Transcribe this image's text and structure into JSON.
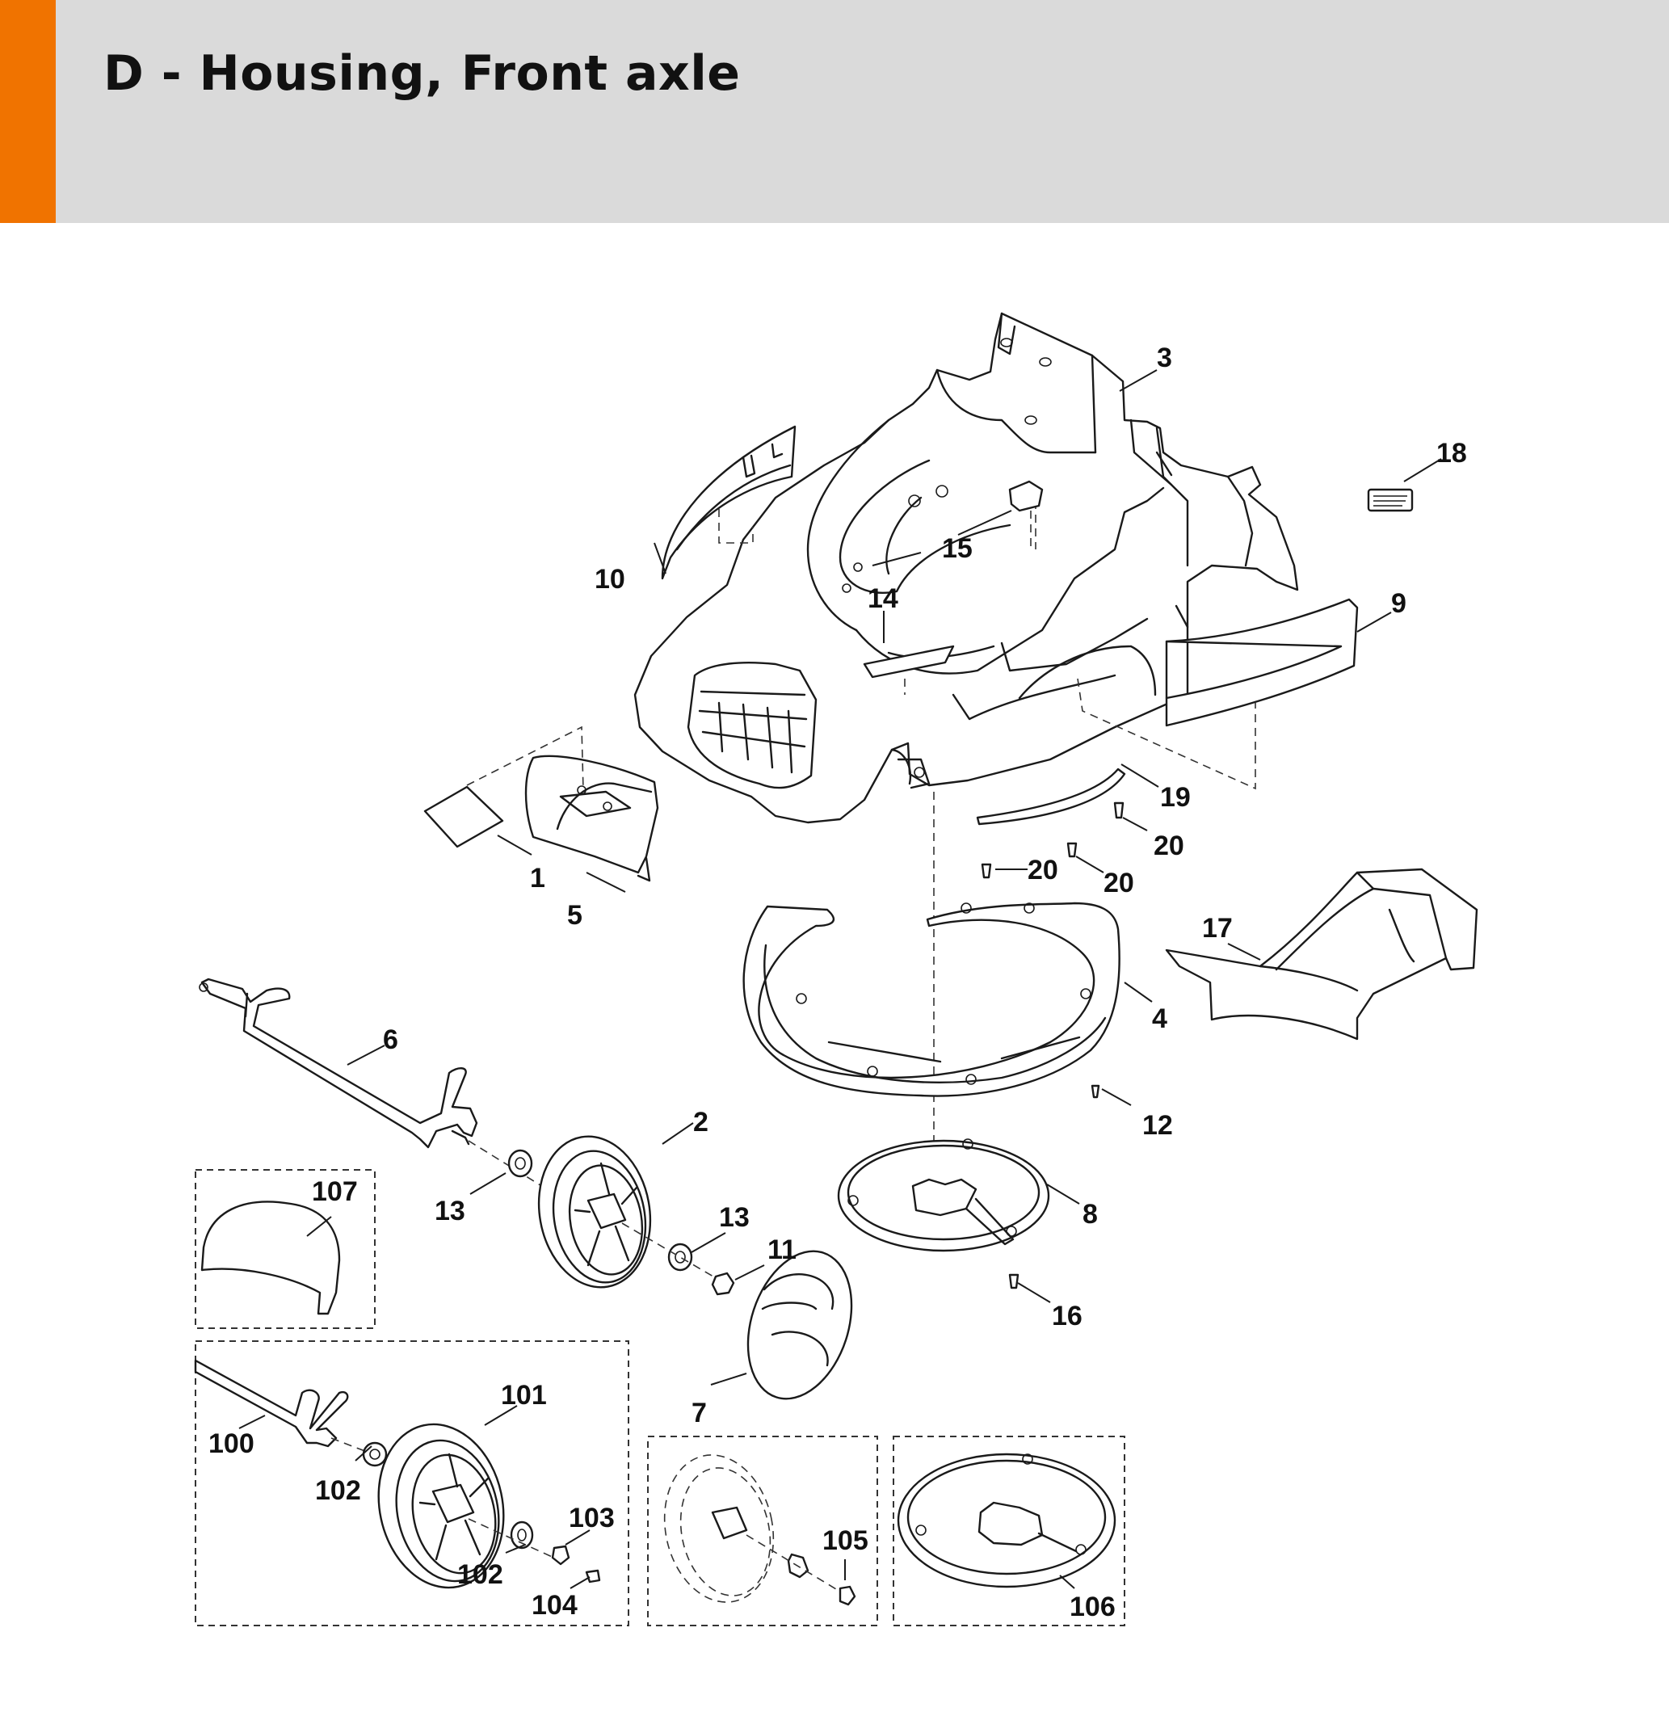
{
  "header": {
    "title": "D - Housing, Front axle",
    "accent_color": "#f07300",
    "background_color": "#dadada"
  },
  "diagram": {
    "callouts": [
      {
        "id": "c1",
        "label": "1"
      },
      {
        "id": "c2",
        "label": "2"
      },
      {
        "id": "c3",
        "label": "3"
      },
      {
        "id": "c4",
        "label": "4"
      },
      {
        "id": "c5",
        "label": "5"
      },
      {
        "id": "c6",
        "label": "6"
      },
      {
        "id": "c7",
        "label": "7"
      },
      {
        "id": "c8",
        "label": "8"
      },
      {
        "id": "c9",
        "label": "9"
      },
      {
        "id": "c10",
        "label": "10"
      },
      {
        "id": "c11",
        "label": "11"
      },
      {
        "id": "c12",
        "label": "12"
      },
      {
        "id": "c13a",
        "label": "13"
      },
      {
        "id": "c13b",
        "label": "13"
      },
      {
        "id": "c14",
        "label": "14"
      },
      {
        "id": "c15",
        "label": "15"
      },
      {
        "id": "c16",
        "label": "16"
      },
      {
        "id": "c17",
        "label": "17"
      },
      {
        "id": "c18",
        "label": "18"
      },
      {
        "id": "c19",
        "label": "19"
      },
      {
        "id": "c20a",
        "label": "20"
      },
      {
        "id": "c20b",
        "label": "20"
      },
      {
        "id": "c20c",
        "label": "20"
      },
      {
        "id": "c100",
        "label": "100"
      },
      {
        "id": "c101",
        "label": "101"
      },
      {
        "id": "c102a",
        "label": "102"
      },
      {
        "id": "c102b",
        "label": "102"
      },
      {
        "id": "c103",
        "label": "103"
      },
      {
        "id": "c104",
        "label": "104"
      },
      {
        "id": "c105",
        "label": "105"
      },
      {
        "id": "c106",
        "label": "106"
      },
      {
        "id": "c107",
        "label": "107"
      }
    ]
  }
}
